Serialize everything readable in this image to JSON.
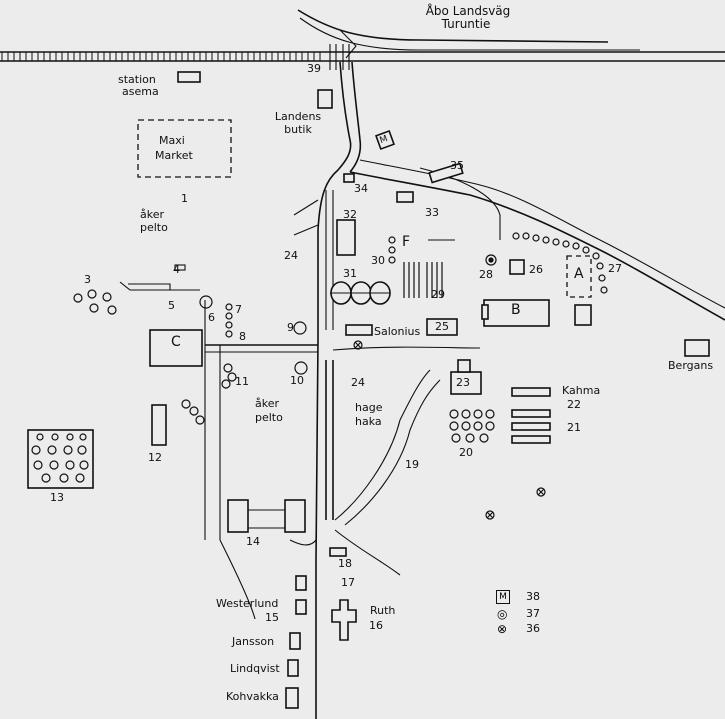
{
  "roads": {
    "main_road": [
      "Åbo Landsväg",
      "Turuntie"
    ]
  },
  "places": {
    "station": [
      "station",
      "asema"
    ],
    "maxi_market": [
      "Maxi",
      "Market"
    ],
    "landens_butik": [
      "Landens",
      "butik"
    ],
    "aker_pelto_1": [
      "åker",
      "pelto"
    ],
    "aker_pelto_2": [
      "åker",
      "pelto"
    ],
    "hage_haka": [
      "hage",
      "haka"
    ],
    "salonius": "Salonius",
    "kahma": "Kahma",
    "bergans": "Bergans",
    "westerlund": "Westerlund",
    "jansson": "Jansson",
    "lindqvist": "Lindqvist",
    "kohvakka": "Kohvakka",
    "ruth": "Ruth"
  },
  "buildings": {
    "A": "A",
    "B": "B",
    "C": "C",
    "F": "F",
    "M": "M"
  },
  "numbers": {
    "n1": "1",
    "n3": "3",
    "n4": "4",
    "n5": "5",
    "n6": "6",
    "n7": "7",
    "n8": "8",
    "n9": "9",
    "n10": "10",
    "n11": "11",
    "n12": "12",
    "n13": "13",
    "n14": "14",
    "n15": "15",
    "n16": "16",
    "n17": "17",
    "n18": "18",
    "n19": "19",
    "n20": "20",
    "n21": "21",
    "n22": "22",
    "n23": "23",
    "n24a": "24",
    "n24b": "24",
    "n25": "25",
    "n26": "26",
    "n27": "27",
    "n28": "28",
    "n29": "29",
    "n30": "30",
    "n31": "31",
    "n32": "32",
    "n33": "33",
    "n34": "34",
    "n35": "35",
    "n39": "39"
  },
  "legend": [
    {
      "symbol": "M",
      "icon": "monument-square-icon",
      "number": "38"
    },
    {
      "symbol": "◎",
      "icon": "well-circle-icon",
      "number": "37"
    },
    {
      "symbol": "⊗",
      "icon": "cross-circle-icon",
      "number": "36"
    }
  ]
}
